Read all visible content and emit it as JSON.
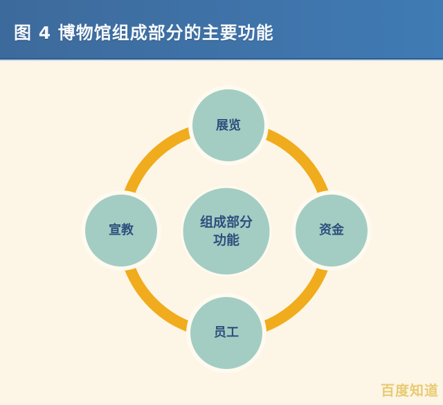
{
  "header": {
    "title": "图 4  博物馆组成部分的主要功能"
  },
  "diagram": {
    "center": {
      "label_line1": "组成部分",
      "label_line2": "功能"
    },
    "nodes": [
      {
        "id": "top",
        "label": "展览"
      },
      {
        "id": "right",
        "label": "资金"
      },
      {
        "id": "bottom",
        "label": "员工"
      },
      {
        "id": "left",
        "label": "宣教"
      }
    ],
    "colors": {
      "background": "#fdf5e6",
      "header": "#3f74aa",
      "node_fill": "#a3cdc3",
      "ring": "#f0ac1c",
      "label": "#2d4f7c"
    }
  },
  "watermark": "百度知道"
}
